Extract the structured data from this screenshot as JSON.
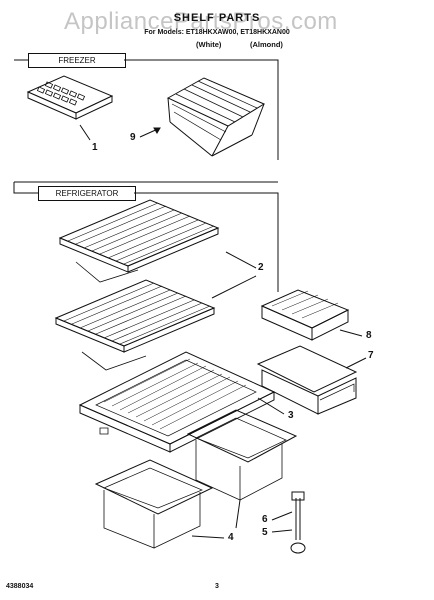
{
  "watermark": "AppliancePartsPros.com",
  "header": {
    "title": "SHELF PARTS",
    "models": "For Models: ET18HKXAW00, ET18HKXAN00",
    "variants": [
      "(White)",
      "(Almond)"
    ]
  },
  "sections": {
    "freezer": "FREEZER",
    "refrigerator": "REFRIGERATOR"
  },
  "callouts": [
    "1",
    "9",
    "2",
    "8",
    "7",
    "3",
    "6",
    "5",
    "4"
  ],
  "footer": {
    "part_number": "4388034",
    "page": "3"
  },
  "colors": {
    "ink": "#111111",
    "watermark": "#969696"
  }
}
